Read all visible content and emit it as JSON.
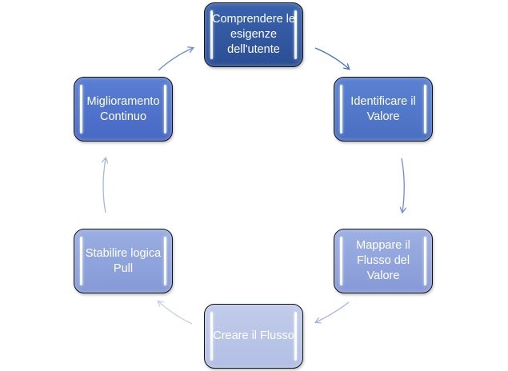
{
  "diagram": {
    "type": "cycle",
    "nodes": [
      {
        "id": "n1",
        "label": "Comprendere le esigenze dell'utente",
        "color": "#2F5597"
      },
      {
        "id": "n2",
        "label": "Identificare il Valore",
        "color": "#4A6FC2"
      },
      {
        "id": "n3",
        "label": "Mappare il Flusso del Valore",
        "color": "#8A9DD8"
      },
      {
        "id": "n4",
        "label": "Creare il Flusso",
        "color": "#B7C3E6"
      },
      {
        "id": "n5",
        "label": "Stabilire logica Pull",
        "color": "#8A9DD8"
      },
      {
        "id": "n6",
        "label": "Miglioramento Continuo",
        "color": "#4A6CC6"
      }
    ],
    "edges": [
      {
        "from": "n1",
        "to": "n2",
        "color": "#4472C4"
      },
      {
        "from": "n2",
        "to": "n3",
        "color": "#6E8CD4"
      },
      {
        "from": "n3",
        "to": "n4",
        "color": "#A5B5E2"
      },
      {
        "from": "n4",
        "to": "n5",
        "color": "#C5CFEC"
      },
      {
        "from": "n5",
        "to": "n6",
        "color": "#A5B5E2"
      },
      {
        "from": "n6",
        "to": "n1",
        "color": "#6E8CD4"
      }
    ]
  }
}
